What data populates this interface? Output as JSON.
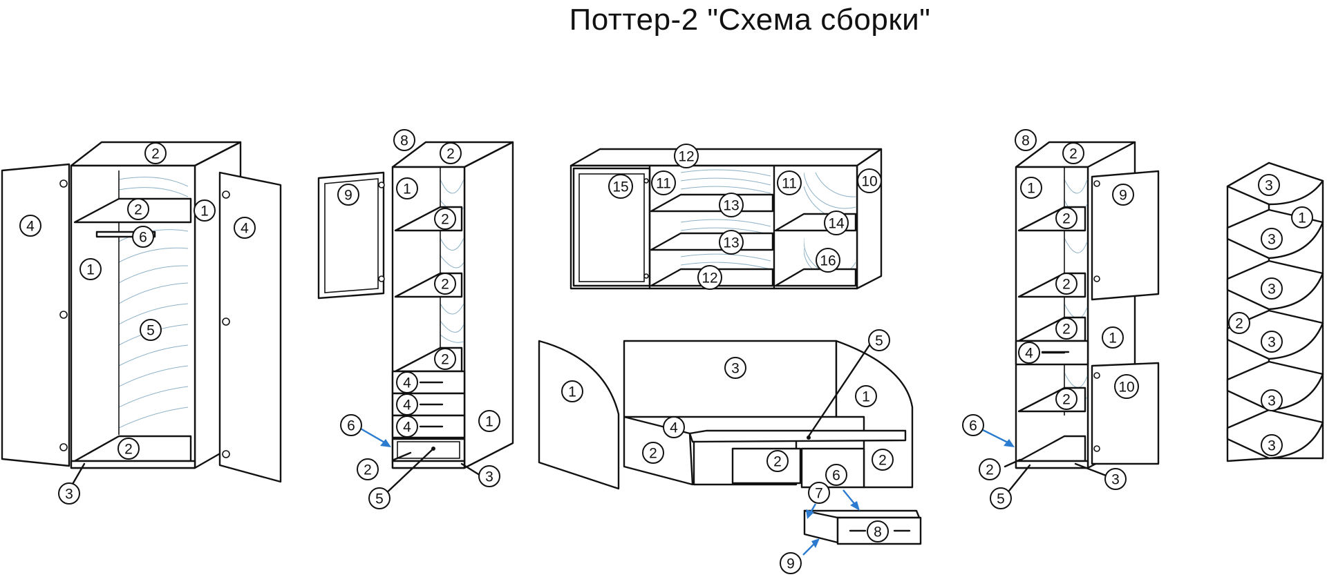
{
  "title": "Поттер-2 \"Схема сборки\"",
  "labels": {
    "wardrobe": [
      "2",
      "2",
      "1",
      "4",
      "4",
      "6",
      "1",
      "5",
      "2",
      "3"
    ],
    "bookcase": [
      "8",
      "2",
      "9",
      "1",
      "2",
      "2",
      "2",
      "4",
      "4",
      "4",
      "1",
      "6",
      "2",
      "5",
      "3"
    ],
    "wall_cabinet": [
      "12",
      "15",
      "11",
      "11",
      "10",
      "13",
      "14",
      "13",
      "16",
      "12"
    ],
    "bed": [
      "5",
      "3",
      "1",
      "1",
      "4",
      "2",
      "2",
      "2",
      "6",
      "7",
      "8",
      "9"
    ],
    "right_cabinet": [
      "8",
      "2",
      "1",
      "9",
      "2",
      "2",
      "2",
      "4",
      "1",
      "10",
      "2",
      "6",
      "2",
      "5",
      "3"
    ],
    "corner_shelf": [
      "3",
      "1",
      "3",
      "3",
      "2",
      "3",
      "3",
      "3"
    ]
  },
  "colors": {
    "line": "#111111",
    "grain": "#7fa8c0",
    "arrow": "#2b7bd0"
  }
}
